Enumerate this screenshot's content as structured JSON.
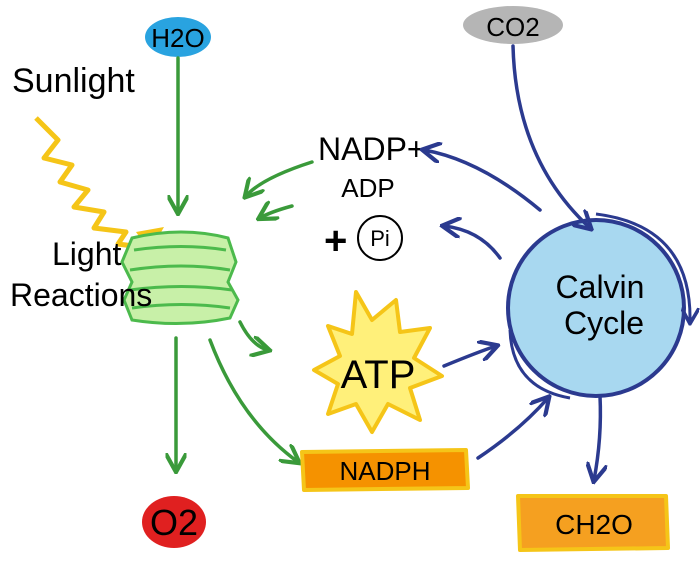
{
  "labels": {
    "h2o": "H2O",
    "co2": "CO2",
    "sunlight": "Sunlight",
    "light_reactions_line1": "Light",
    "light_reactions_line2": "Reactions",
    "nadp_plus": "NADP+",
    "adp": "ADP",
    "plus": "+",
    "pi": "Pi",
    "calvin_line1": "Calvin",
    "calvin_line2": "Cycle",
    "atp": "ATP",
    "nadph": "NADPH",
    "o2": "O2",
    "ch2o": "CH2O"
  },
  "colors": {
    "green_arrow": "#3a9a3a",
    "blue_arrow": "#2b3a8f",
    "sun_ray": "#f5c518",
    "h2o_fill": "#29a3e0",
    "co2_fill": "#b5b5b5",
    "o2_fill": "#e02020",
    "thylakoid_fill": "#c8f0a8",
    "thylakoid_stroke": "#4cba4c",
    "calvin_fill": "#a8d8f0",
    "atp_fill": "#fff07a",
    "atp_stroke": "#f5c518",
    "nadph_fill": "#f59200",
    "nadph_stroke": "#f5c518",
    "ch2o_fill": "#f5a020",
    "ch2o_stroke": "#f5c518"
  },
  "icons": [
    "sun-ray-icon",
    "thylakoid-stack-icon",
    "atp-burst-icon"
  ]
}
